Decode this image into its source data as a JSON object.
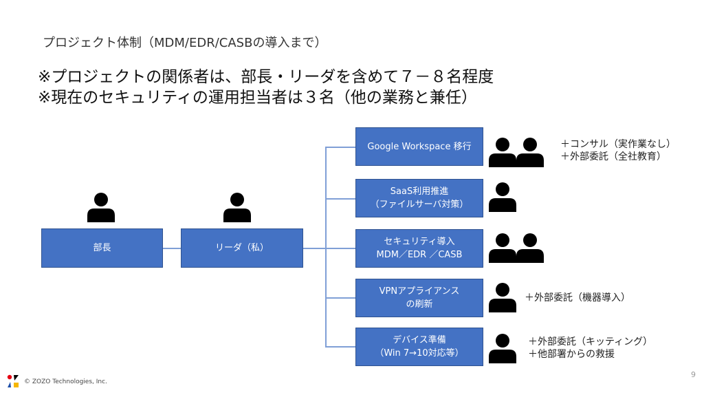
{
  "slide": {
    "title": "プロジェクト体制（MDM/EDR/CASBの導入まで）",
    "notes": [
      "※プロジェクトの関係者は、部長・リーダを含めて７－８名程度",
      "※現在のセキュリティの運用担当者は３名（他の業務と兼任）"
    ],
    "page_number": "9",
    "footer": "© ZOZO Technologies, Inc."
  },
  "org": {
    "head": {
      "label": "部長",
      "people": 1
    },
    "leader": {
      "label": "リーダ（私）",
      "people": 1
    },
    "teams": [
      {
        "lines": [
          "Google Workspace 移行"
        ],
        "people": 2,
        "annotations": [
          "＋コンサル（実作業なし）",
          "＋外部委託（全社教育）"
        ]
      },
      {
        "lines": [
          "SaaS利用推進",
          "（ファイルサーバ対策）"
        ],
        "people": 1,
        "annotations": []
      },
      {
        "lines": [
          "セキュリティ導入",
          "MDM／EDR ／CASB"
        ],
        "people": 2,
        "annotations": []
      },
      {
        "lines": [
          "VPNアプライアンス",
          "の刷新"
        ],
        "people": 1,
        "annotations": [
          "＋外部委託（機器導入）"
        ]
      },
      {
        "lines": [
          "デバイス準備",
          "（Win 7→10対応等）"
        ],
        "people": 1,
        "annotations": [
          "＋外部委託（キッティング）",
          "＋他部署からの救援"
        ]
      }
    ]
  },
  "colors": {
    "box_fill": "#4472c4",
    "box_border": "#2f528f",
    "connector": "#7f9fd6",
    "person_icon": "#000000"
  }
}
